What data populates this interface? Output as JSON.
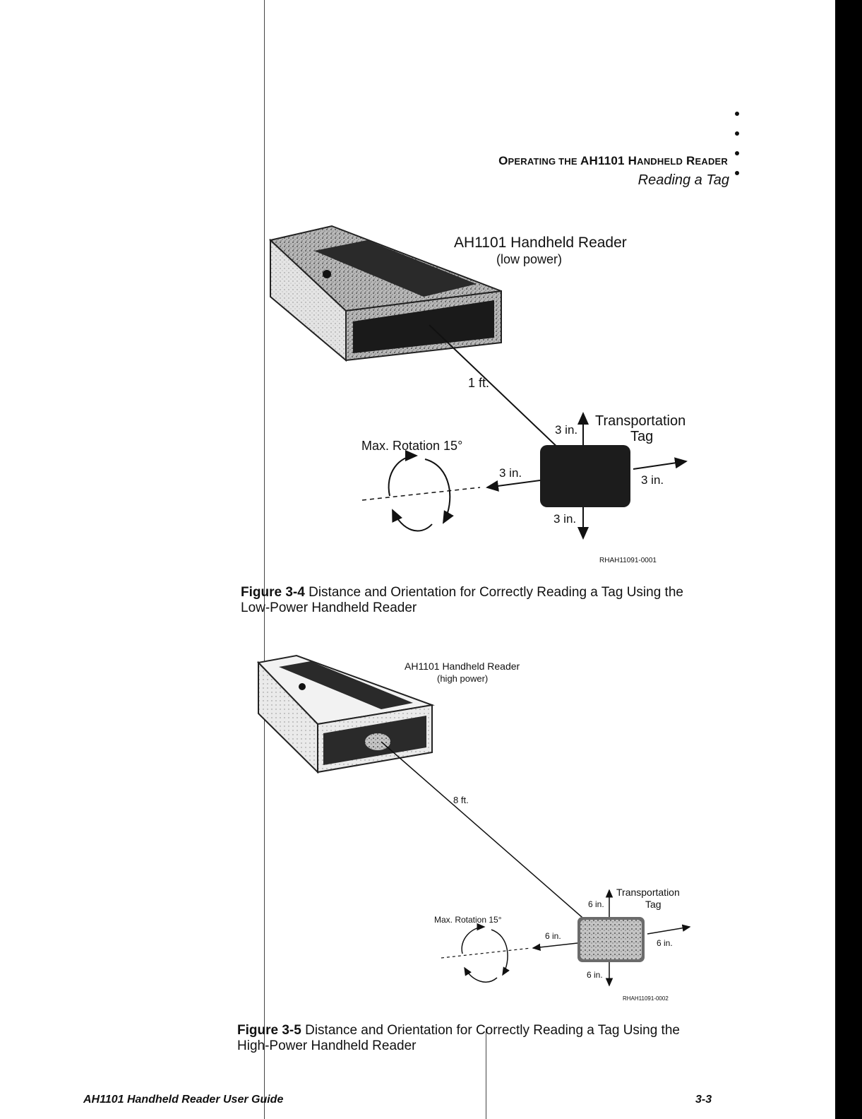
{
  "header": {
    "title_prefix_big": "O",
    "title_prefix_small": "PERATING THE",
    "title_model": "AH1101",
    "title_h_big": "H",
    "title_h_small": "ANDHELD",
    "title_r_big": "R",
    "title_r_small": "EADER",
    "subtitle": "Reading a Tag"
  },
  "figure1": {
    "reader_label_1": "AH1101 Handheld Reader",
    "reader_label_2": "(low power)",
    "distance": "1 ft.",
    "tag_label_1": "Transportation",
    "tag_label_2": "Tag",
    "rotation": "Max. Rotation 15°",
    "up": "3 in.",
    "left": "3 in.",
    "right": "3 in.",
    "down": "3 in.",
    "code": "RHAH11091-0001",
    "caption_label": "Figure 3-4",
    "caption_text_1": " Distance and Orientation for Correctly Reading a Tag Using the",
    "caption_text_2": "Low-Power Handheld Reader"
  },
  "figure2": {
    "reader_label_1": "AH1101 Handheld Reader",
    "reader_label_2": "(high power)",
    "distance": "8 ft.",
    "tag_label_1": "Transportation",
    "tag_label_2": "Tag",
    "rotation": "Max. Rotation 15°",
    "up": "6 in.",
    "left": "6 in.",
    "right": "6 in.",
    "down": "6 in.",
    "code": "RHAH11091-0002",
    "caption_label": "Figure 3-5",
    "caption_text_1": " Distance and Orientation for Correctly Reading a Tag Using the",
    "caption_text_2": "High-Power Handheld Reader"
  },
  "footer": {
    "left": "AH1101 Handheld Reader User Guide",
    "right": "3-3"
  }
}
